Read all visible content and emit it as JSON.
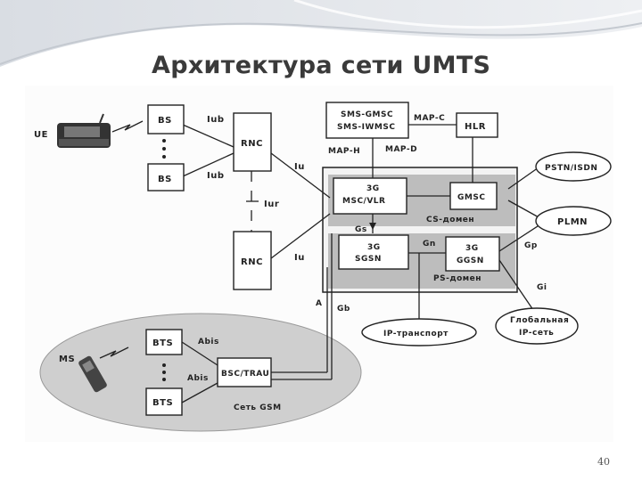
{
  "slide": {
    "title": "Архитектура сети UMTS",
    "page_number": "40"
  },
  "diagram": {
    "ue": "UE",
    "bs_top": "BS",
    "bs_bottom": "BS",
    "iub_top": "Iub",
    "iub_bottom": "Iub",
    "rnc_top": "RNC",
    "rnc_bottom": "RNC",
    "iur": "Iur",
    "iu_top": "Iu",
    "iu_bottom": "Iu",
    "sms_gmsc": "SMS-GMSC",
    "sms_iwmsc": "SMS-IWMSC",
    "map_c": "MAP-C",
    "map_h": "MAP-H",
    "map_d": "MAP-D",
    "hlr": "HLR",
    "msc_3g": "3G",
    "msc_vlr": "MSC/VLR",
    "gmsc": "GMSC",
    "cs_domain": "CS-домен",
    "gs": "Gs",
    "gn": "Gn",
    "sgsn_3g": "3G",
    "sgsn": "SGSN",
    "ggsn_3g": "3G",
    "ggsn": "GGSN",
    "ps_domain": "PS-домен",
    "pstn_isdn": "PSTN/ISDN",
    "plmn": "PLMN",
    "gp": "Gp",
    "gi": "Gi",
    "global_ip_1": "Глобальная",
    "global_ip_2": "IP-сеть",
    "ip_transport": "IP-транспорт",
    "a": "A",
    "gb": "Gb",
    "ms": "MS",
    "bts_top": "BTS",
    "bts_bottom": "BTS",
    "abis_top": "Abis",
    "abis_bottom": "Abis",
    "bsc_trau": "BSC/TRAU",
    "gsm_network": "Сеть GSM"
  }
}
